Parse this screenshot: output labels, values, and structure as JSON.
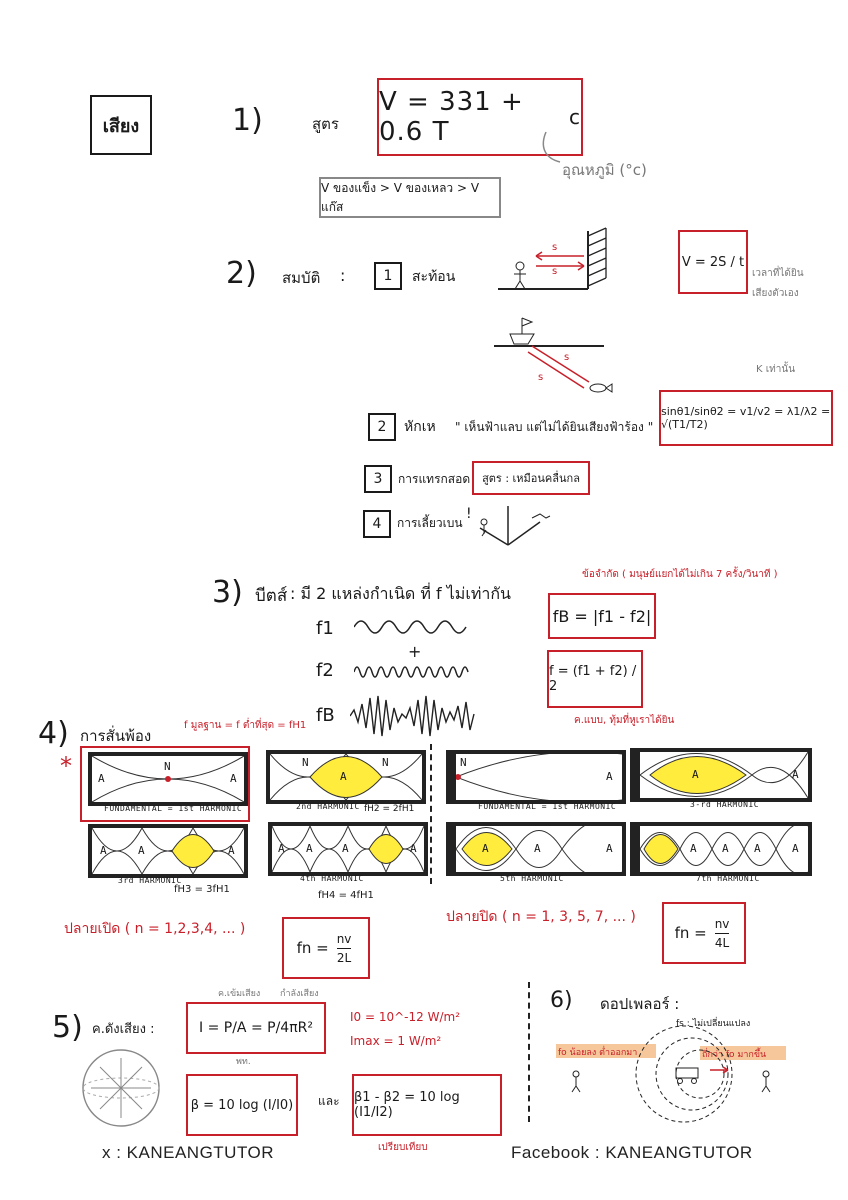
{
  "title": "เสียง",
  "section1": {
    "number": "1)",
    "label": "สูตร",
    "formula": "V = 331 + 0.6 T",
    "formula_sub": "c",
    "note": "อุณหภูมิ (°c)",
    "order": "V ของแข็ง > V ของเหลว > V แก๊ส"
  },
  "section2": {
    "number": "2)",
    "label": "สมบัติ",
    "colon": ":",
    "items": [
      {
        "n": "1",
        "text": "สะท้อน"
      },
      {
        "n": "2",
        "text": "หักเห"
      },
      {
        "n": "3",
        "text": "การแทรกสอด"
      },
      {
        "n": "4",
        "text": "การเลี้ยวเบน"
      }
    ],
    "refraction_quote": "\" เห็นฟ้าแลบ แต่ไม่ได้ยินเสียงฟ้าร้อง \"",
    "interference_formula": "สูตร : เหมือนคลื่นกล",
    "echo_formula": "V = 2S / t",
    "echo_note": "เวลาที่ได้ยินเสียงตัวเอง",
    "echo_s": "s",
    "snell": "sinθ1/sinθ2 = v1/v2 = λ1/λ2 = √(T1/T2)",
    "snell_note": "K เท่านั้น",
    "diffraction_mark": "!"
  },
  "section3": {
    "number": "3)",
    "label": "บีตส์",
    "desc": ": มี 2 แหล่งกำเนิด ที่ f ไม่เท่ากัน",
    "f1": "f1",
    "f2": "f2",
    "fb": "fB",
    "plus": "+",
    "fb_formula": "fB = |f1 - f2|",
    "fb_note": "ข้อจำกัด ( มนุษย์แยกได้ไม่เกิน 7 ครั้ง/วินาที )",
    "favg_formula": "f = (f1 + f2) / 2",
    "favg_note": "ค.แบบ, ทุ้มที่หูเราได้ยิน"
  },
  "section4": {
    "number": "4)",
    "label": "การสั่นพ้อง",
    "fundamental_note": "f มูลฐาน = f ต่ำที่สุด = fH1",
    "open_captions": [
      "FUNDAMENTAL = 1st HARMONIC",
      "2nd HARMONIC",
      "3rd HARMONIC",
      "4th HARMONIC"
    ],
    "closed_captions": [
      "FUNDAMENTAL = 1st HARMONIC",
      "3-rd HARMONIC",
      "5th HARMONIC",
      "7th HARMONIC"
    ],
    "open_notes": [
      "fH2 = 2fH1",
      "fH3 = 3fH1",
      "fH4 = 4fH1"
    ],
    "open_label": "ปลายเปิด ( n = 1,2,3,4, ... )",
    "closed_label": "ปลายปิด ( n = 1, 3, 5, 7, ... )",
    "open_formula_top": "nv",
    "open_formula_bottom": "2L",
    "closed_formula_top": "nv",
    "closed_formula_bottom": "4L",
    "fn": "fn =",
    "star": "*",
    "node": "N",
    "antinode": "A"
  },
  "section5": {
    "number": "5)",
    "label": "ค.ดังเสียง :",
    "intensity_formula": "I = P/A = P/4πR²",
    "intensity_notes": [
      "ค.เข้มเสียง",
      "กำลังเสียง",
      "พท."
    ],
    "i0": "I0 = 10^-12 W/m²",
    "imax": "Imax = 1 W/m²",
    "beta_formula": "β = 10 log (I/I0)",
    "and": "และ",
    "beta_diff": "β1 - β2 = 10 log (I1/I2)",
    "beta_note": "เปรียบเทียบ"
  },
  "section6": {
    "number": "6)",
    "label": "ดอปเพลอร์ :",
    "source_note": "fs : ไม่เปลี่ยนแปลง",
    "left_band": "fo น้อยลง  ต่ำออกมา",
    "right_band": "ถี่กว่า  fo มากขึ้น"
  },
  "footer": {
    "left": "x : KANEANGTUTOR",
    "right": "Facebook : KANEANGTUTOR"
  },
  "colors": {
    "red": "#c8202a",
    "yellow": "#ffec3d",
    "highlight": "#f6c79a",
    "ink": "#1a1a1a"
  }
}
